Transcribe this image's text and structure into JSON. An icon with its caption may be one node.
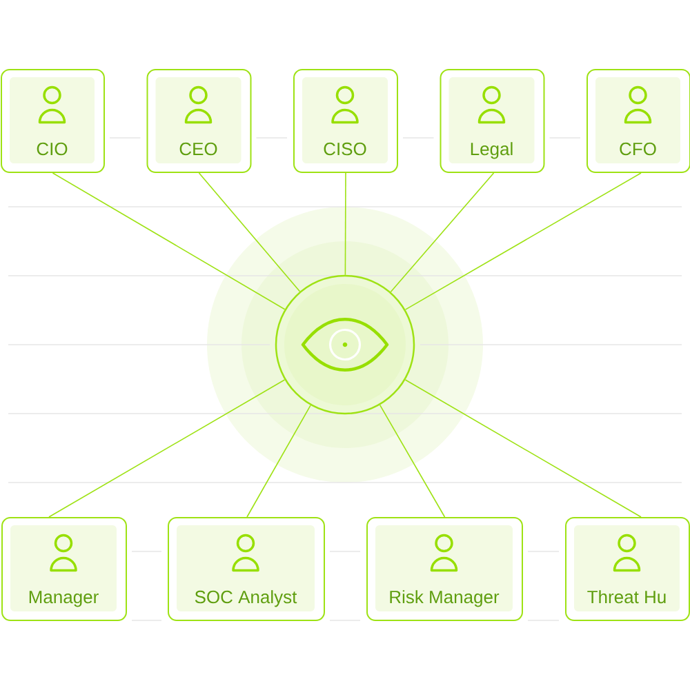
{
  "diagram": {
    "nodes": [
      {
        "text": [
          "CIO"
        ]
      },
      {
        "text": [
          "CEO"
        ]
      },
      {
        "text": [
          "CISO"
        ]
      },
      {
        "text": [
          "Legal"
        ]
      },
      {
        "text": [
          "CFO"
        ]
      },
      {
        "text": [],
        "shape": "circle"
      },
      {
        "text": [
          "Manager"
        ]
      },
      {
        "text": [
          "SOC Analyst"
        ]
      },
      {
        "text": [
          "Risk Manager"
        ]
      },
      {
        "text": [
          "Threat Hu"
        ]
      }
    ],
    "edges": [
      {
        "from": 5,
        "to": 0,
        "arrow": "none"
      },
      {
        "from": 5,
        "to": 1,
        "arrow": "none"
      },
      {
        "from": 5,
        "to": 2,
        "arrow": "none"
      },
      {
        "from": 5,
        "to": 3,
        "arrow": "none"
      },
      {
        "from": 5,
        "to": 4,
        "arrow": "none"
      },
      {
        "from": 5,
        "to": 6,
        "arrow": "none"
      },
      {
        "from": 5,
        "to": 7,
        "arrow": "none"
      },
      {
        "from": 5,
        "to": 8,
        "arrow": "none"
      },
      {
        "from": 5,
        "to": 9,
        "arrow": "none"
      }
    ]
  }
}
